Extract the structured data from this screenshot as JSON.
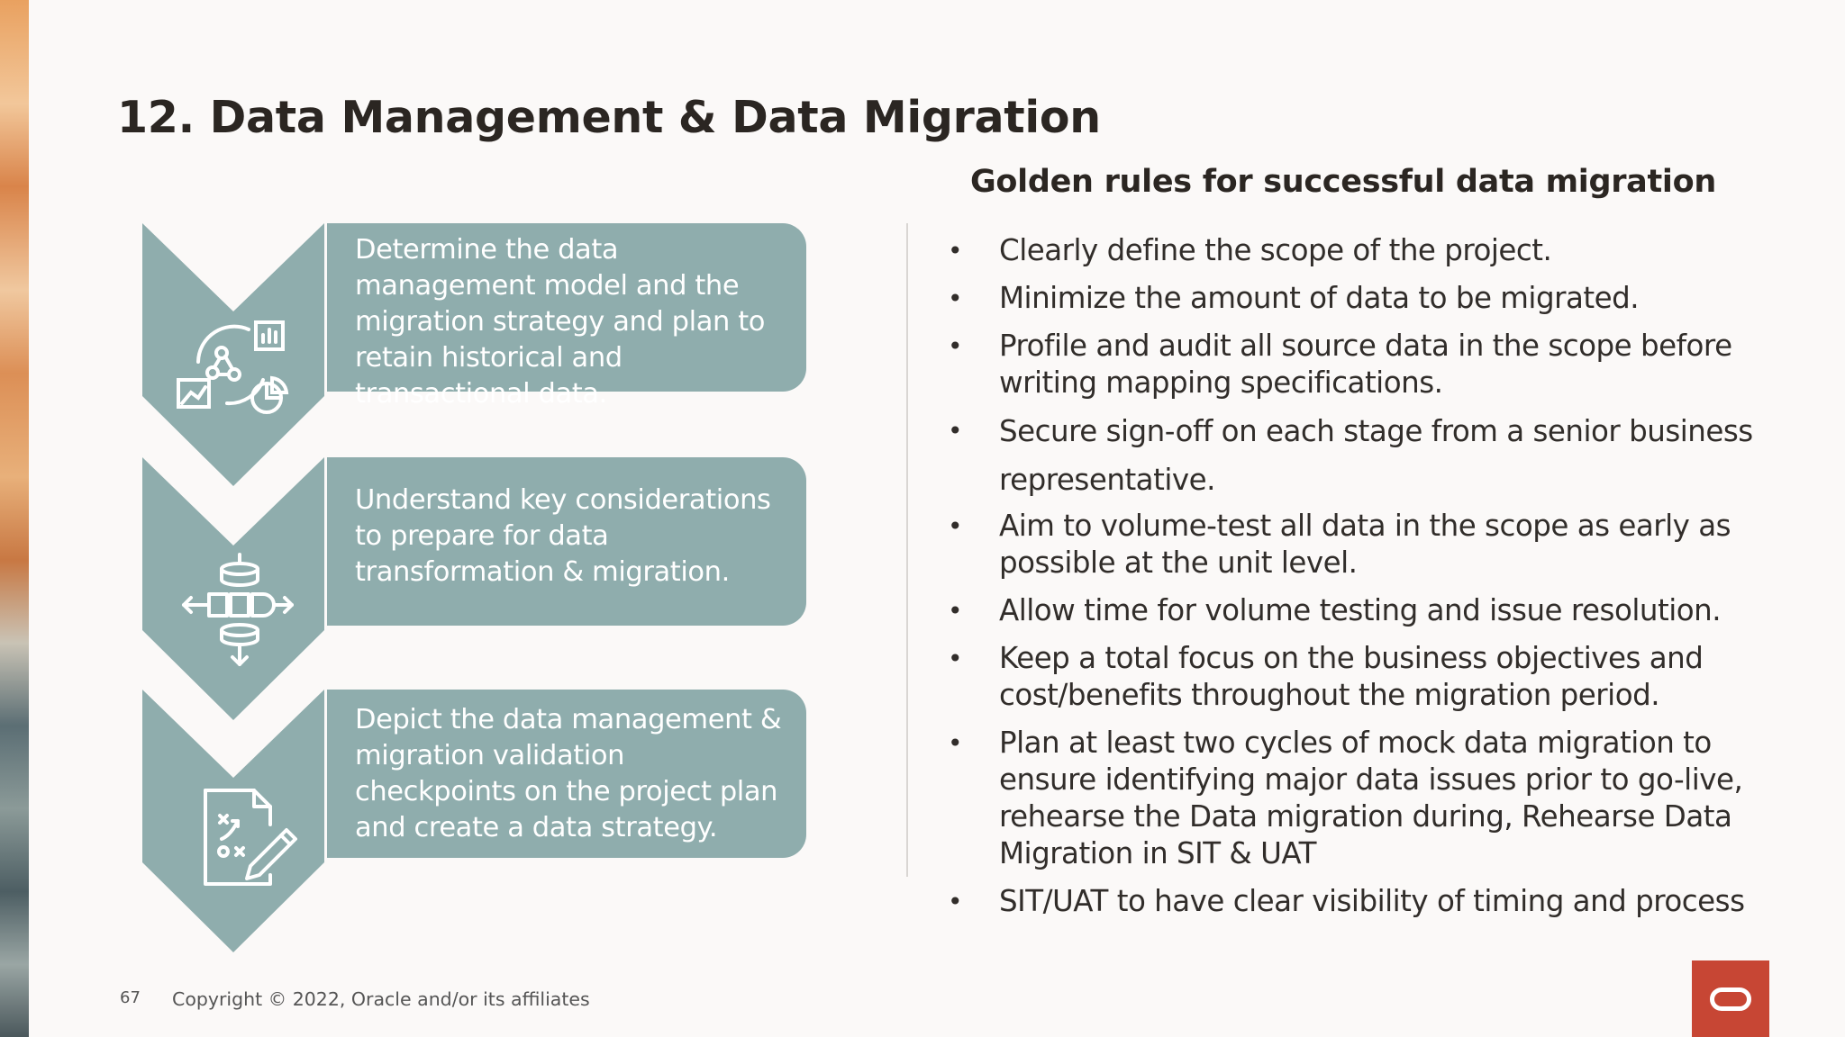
{
  "slide": {
    "title": "12. Data Management & Data Migration"
  },
  "steps": [
    {
      "text": "Determine the data management model and the migration strategy and plan to retain historical and transactional data.",
      "icon": "data-analytics-icon"
    },
    {
      "text": "Understand key considerations to prepare for data transformation & migration.",
      "icon": "data-flow-icon"
    },
    {
      "text": "Depict the data management & migration validation checkpoints on the project plan and create a data strategy.",
      "icon": "strategy-document-icon"
    }
  ],
  "rules": {
    "heading": "Golden rules for successful data migration",
    "items": [
      "Clearly define the scope of the project.",
      "Minimize the amount of data to be migrated.",
      "Profile and audit all source data in the scope before writing mapping specifications.",
      "Secure sign-off on each stage from a senior business representative.",
      "Aim to volume-test all data in the scope as early as possible at the unit level.",
      "Allow time for volume testing and issue resolution.",
      "Keep a total focus on the business objectives and cost/benefits throughout the migration period.",
      "Plan at least two cycles of mock data migration to ensure identifying major data issues prior to go-live, rehearse the Data migration during, Rehearse Data Migration in SIT & UAT",
      "SIT/UAT to have clear visibility of timing and process"
    ],
    "bullet": "•"
  },
  "footer": {
    "page_number": "67",
    "copyright": "Copyright © 2022, Oracle and/or its affiliates"
  },
  "colors": {
    "step_fill": "#8fadad",
    "chevron_fill": "#8fadad",
    "logo_red": "#c74634"
  },
  "logo": {
    "icon": "oracle-logo-icon"
  }
}
